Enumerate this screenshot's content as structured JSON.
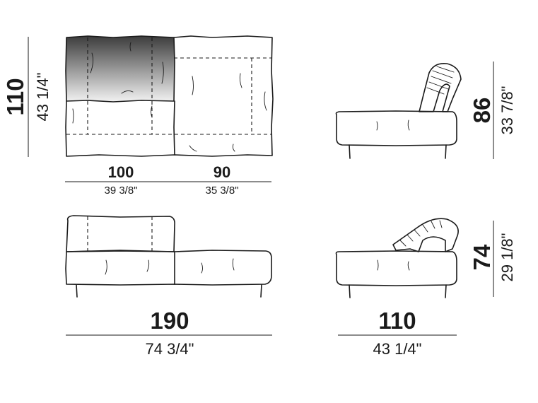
{
  "top_view": {
    "depth_cm": "110",
    "depth_in": "43 1/4\"",
    "seat_width_cm": "100",
    "seat_width_in": "39 3/8\"",
    "chaise_width_cm": "90",
    "chaise_width_in": "35 3/8\""
  },
  "front_view": {
    "total_width_cm": "190",
    "total_width_in": "74 3/4\""
  },
  "side_view_upright": {
    "height_cm": "86",
    "height_in": "33 7/8\""
  },
  "side_view_reclined": {
    "height_cm": "74",
    "height_in": "29 1/8\"",
    "depth_cm": "110",
    "depth_in": "43 1/4\""
  },
  "colors": {
    "ink": "#1a1a1a",
    "backrest_shade_dark": "#3c3c3c",
    "backrest_shade_light": "#f2f2f2"
  }
}
